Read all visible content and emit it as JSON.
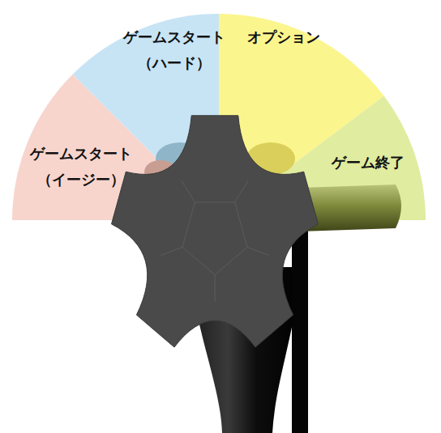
{
  "diagram": {
    "nodes": [
      {
        "text": [
          "ゲームスタート （イージー）"
        ]
      },
      {
        "text": [
          "ゲームスタート （ハード）"
        ]
      },
      {
        "text": [
          "オプション"
        ]
      },
      {
        "text": [
          "ゲーム終了"
        ]
      }
    ]
  }
}
